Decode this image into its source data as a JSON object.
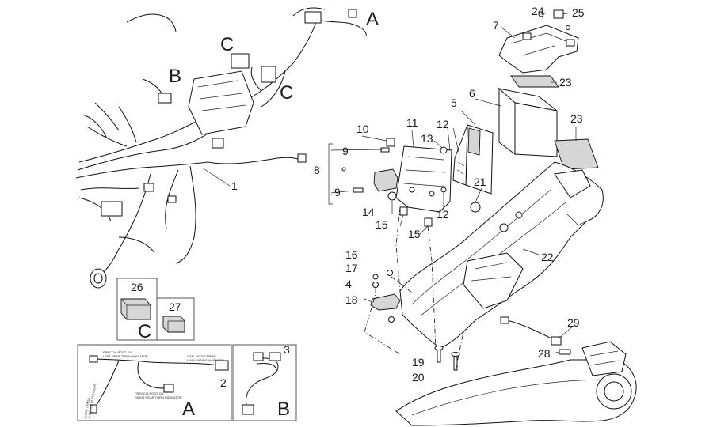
{
  "callouts": {
    "n1": "1",
    "n2": "2",
    "n3": "3",
    "n4": "4",
    "n5": "5",
    "n6": "6",
    "n7": "7",
    "n8": "8",
    "n9a": "9",
    "n9b": "9",
    "n10": "10",
    "n11": "11",
    "n12a": "12",
    "n12b": "12",
    "n13": "13",
    "n14": "14",
    "n15a": "15",
    "n15b": "15",
    "n16": "16",
    "n17": "17",
    "n18": "18",
    "n19": "19",
    "n20": "20",
    "n21": "21",
    "n22": "22",
    "n23a": "23",
    "n23b": "23",
    "n24": "24",
    "n25": "25",
    "n26": "26",
    "n27": "27",
    "n28": "28",
    "n29": "29"
  },
  "letters": {
    "a_top": "A",
    "b_top": "B",
    "c_top1": "C",
    "c_top2": "C",
    "c_box": "C",
    "a_box": "A",
    "b_box": "B"
  },
  "harness_tags": {
    "t1": "FRECCIA POST. SX",
    "t1b": "LEFT REAR TURN INDICATOR",
    "t2": "CABLAGGIO PRINC.",
    "t2b": "MAIN WIRING HARNESS",
    "t3": "FRECCIA POST. DX",
    "t3b": "RIGHT REAR TURN INDICATOR",
    "t4": "LUCE TARGA",
    "t4b": "LICENSE PLATE LIGHT"
  }
}
